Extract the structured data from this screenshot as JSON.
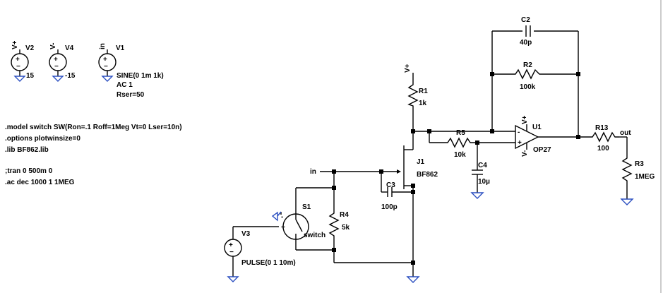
{
  "colors": {
    "wire": "#000000",
    "ground": "#2a4ec0",
    "background": "#ffffff"
  },
  "sources": {
    "v2": {
      "name": "V2",
      "net": "V+",
      "value": "15"
    },
    "v4": {
      "name": "V4",
      "net": "V-",
      "value": "-15"
    },
    "v1": {
      "name": "V1",
      "net": "in",
      "value": "SINE(0 1m 1k)",
      "ac": "AC 1",
      "rser": "Rser=50"
    },
    "v3": {
      "name": "V3",
      "value": "PULSE(0 1 10m)"
    }
  },
  "directives": [
    ".model switch SW(Ron=.1 Roff=1Meg Vt=0 Lser=10n)",
    ".options plotwinsize=0",
    ".lib BF862.lib",
    ";tran 0 500m 0",
    ".ac dec 1000 1 1MEG"
  ],
  "components": {
    "r1": {
      "name": "R1",
      "value": "1k"
    },
    "r1_supply": "V+",
    "j1": {
      "name": "J1",
      "value": "BF862"
    },
    "c3": {
      "name": "C3",
      "value": "100p"
    },
    "r4": {
      "name": "R4",
      "value": "5k"
    },
    "s1": {
      "name": "S1",
      "value": "switch"
    },
    "r5": {
      "name": "R5",
      "value": "10k"
    },
    "c4": {
      "name": "C4",
      "value": "10µ"
    },
    "u1": {
      "name": "U1",
      "value": "OP27",
      "vplus": "V+",
      "vminus": "V-"
    },
    "c2": {
      "name": "C2",
      "value": "40p"
    },
    "r2": {
      "name": "R2",
      "value": "100k"
    },
    "r13": {
      "name": "R13",
      "value": "100"
    },
    "r3": {
      "name": "R3",
      "value": "1MEG"
    }
  },
  "nets": {
    "in": "in",
    "out": "out"
  },
  "pins": {
    "plus": "+",
    "minus": "-"
  }
}
